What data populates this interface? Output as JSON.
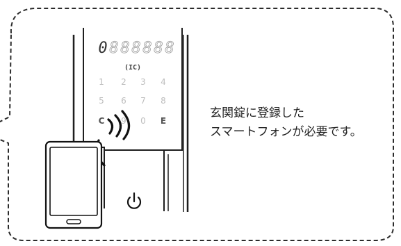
{
  "lock": {
    "display_digits": [
      "0",
      "8",
      "8",
      "8",
      "8",
      "8",
      "8"
    ],
    "ic_label": "(IC)",
    "keys": [
      "1",
      "2",
      "3",
      "4",
      "5",
      "6",
      "7",
      "8",
      "C",
      "9",
      "0",
      "E"
    ],
    "power_icon": "power-icon"
  },
  "message": {
    "line1": "玄関錠に登録した",
    "line2": "スマートフォンが必要です。"
  },
  "colors": {
    "border": "#2b2b2b",
    "panel_dark": "#1a1a1a",
    "key_gray": "#bdbdbd",
    "text": "#222222"
  }
}
